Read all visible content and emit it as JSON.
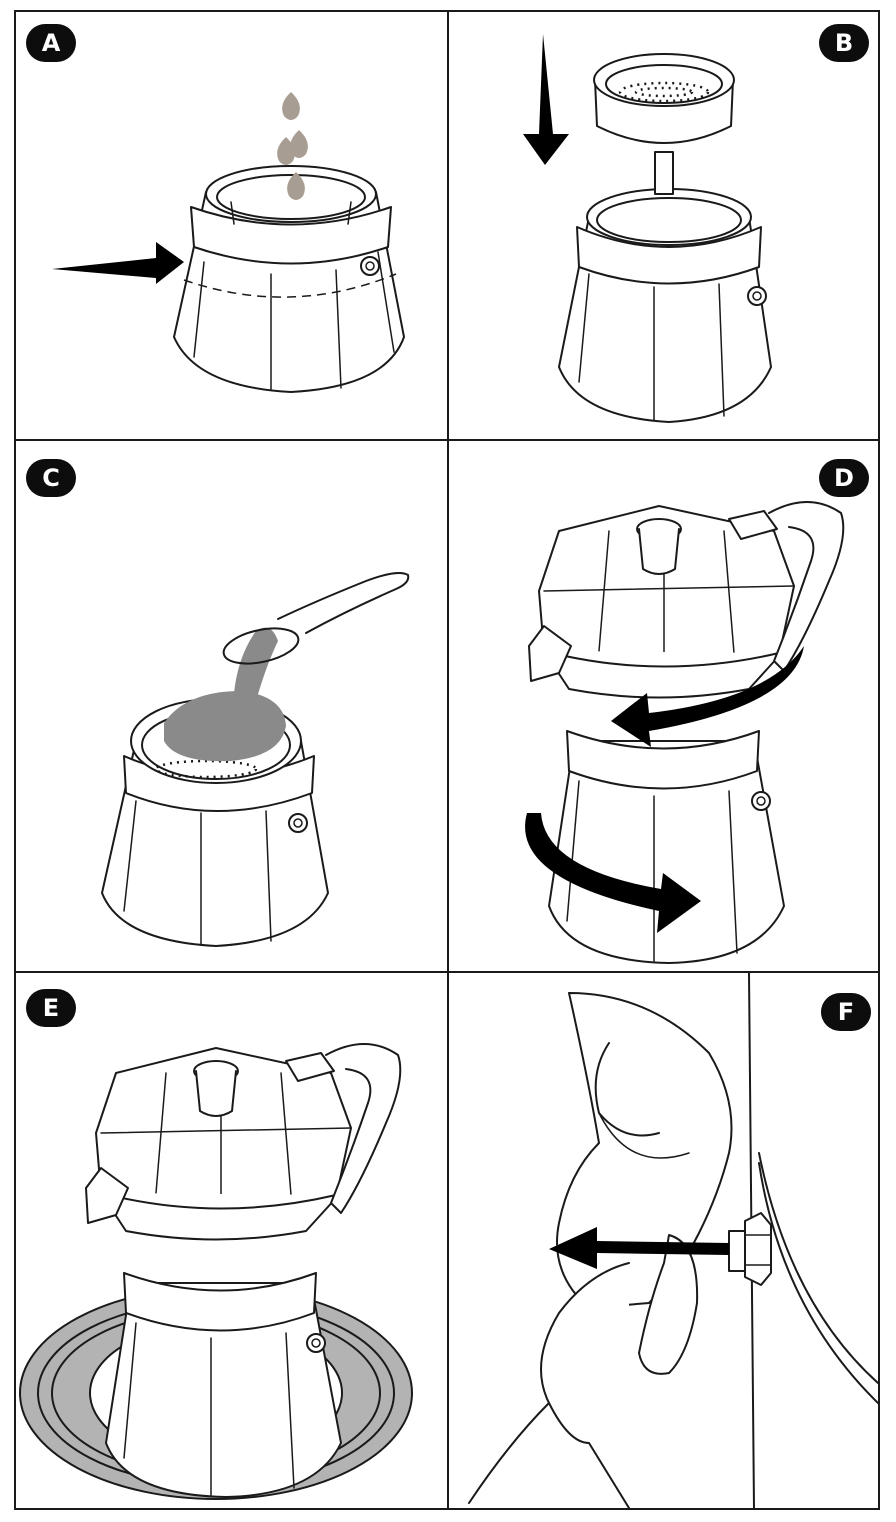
{
  "steps": [
    {
      "id": "A"
    },
    {
      "id": "B"
    },
    {
      "id": "C"
    },
    {
      "id": "D"
    },
    {
      "id": "E"
    },
    {
      "id": "F"
    }
  ],
  "colors": {
    "line": "#1a1a1a",
    "water": "#a89d92",
    "coffee": "#8a8a8a",
    "stove": "#b3b3b3",
    "arrow": "#000000"
  }
}
